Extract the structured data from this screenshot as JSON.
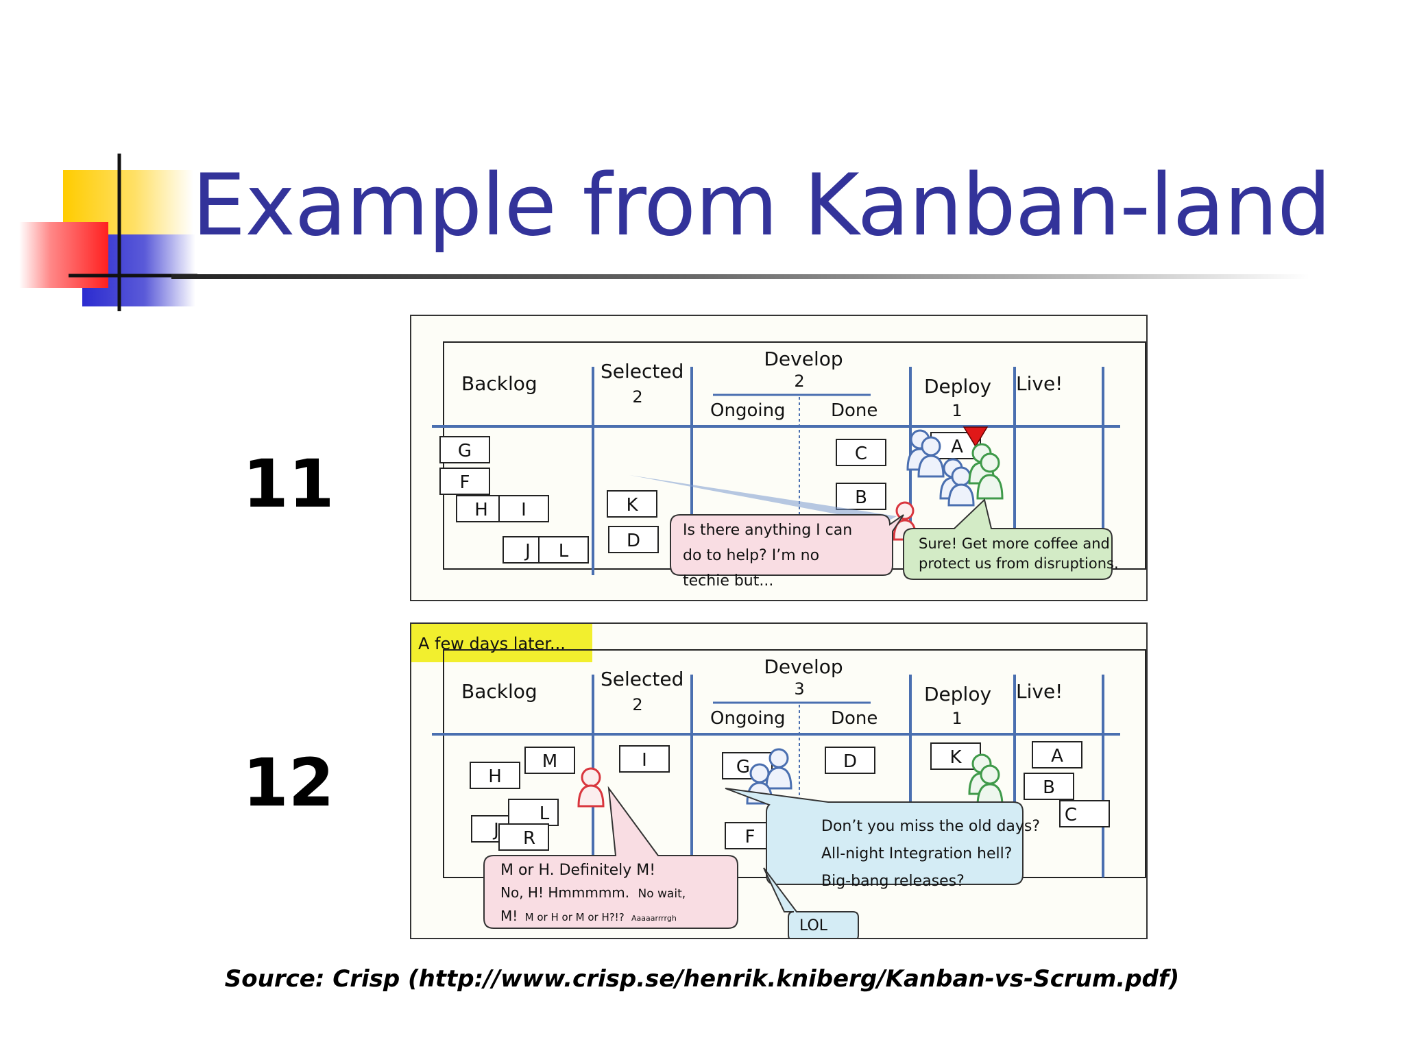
{
  "slide": {
    "title": "Example from Kanban-land",
    "source": "Source: Crisp (http://www.crisp.se/henrik.kniberg/Kanban-vs-Scrum.pdf)"
  },
  "panel11": {
    "number": "11",
    "columns": {
      "backlog": "Backlog",
      "selected": "Selected",
      "selected_limit": "2",
      "develop": "Develop",
      "develop_limit": "2",
      "ongoing": "Ongoing",
      "done": "Done",
      "deploy": "Deploy",
      "deploy_limit": "1",
      "live": "Live!"
    },
    "cards": {
      "g": "G",
      "f": "F",
      "h": "H",
      "i": "I",
      "j": "J",
      "l": "L",
      "k": "K",
      "d": "D",
      "c": "C",
      "b": "B",
      "a": "A"
    },
    "bubble_pink": [
      "Is there anything I can",
      "do to help? I’m no",
      "techie but..."
    ],
    "bubble_green": [
      "Sure! Get more coffee and",
      "protect us from disruptions."
    ]
  },
  "panel12": {
    "number": "12",
    "caption": "A few days later...",
    "columns": {
      "backlog": "Backlog",
      "selected": "Selected",
      "selected_limit": "2",
      "develop": "Develop",
      "develop_limit": "3",
      "ongoing": "Ongoing",
      "done": "Done",
      "deploy": "Deploy",
      "deploy_limit": "1",
      "live": "Live!"
    },
    "cards": {
      "h": "H",
      "m": "M",
      "j": "J",
      "l": "L",
      "r": "R",
      "i": "I",
      "g": "G",
      "f": "F",
      "d": "D",
      "k": "K",
      "a": "A",
      "b": "B",
      "c": "C"
    },
    "bubble_pink": {
      "line1": "M or H. Definitely M!",
      "line2a": "No, H! Hmmmmm.",
      "line2b": "No wait,",
      "line3a": "M!",
      "line3b": "M or H or M or H?!?",
      "line3c": "Aaaaarrrrgh"
    },
    "bubble_blue": [
      "Don’t you miss the old days?",
      "All-night Integration hell?",
      "Big-bang releases?"
    ],
    "bubble_lol": "LOL"
  },
  "colors": {
    "title": "#33339a",
    "board_lines": "#4a6fb0",
    "bubble_pink": "#f9dde3",
    "bubble_green": "#d3ebc6",
    "bubble_blue": "#d4ecf5",
    "caption_bg": "#f2ef2e",
    "person_blue": "#4a6fb0",
    "person_green": "#3f9a4a",
    "person_red": "#d9363e",
    "warning_triangle": "#e01818"
  }
}
